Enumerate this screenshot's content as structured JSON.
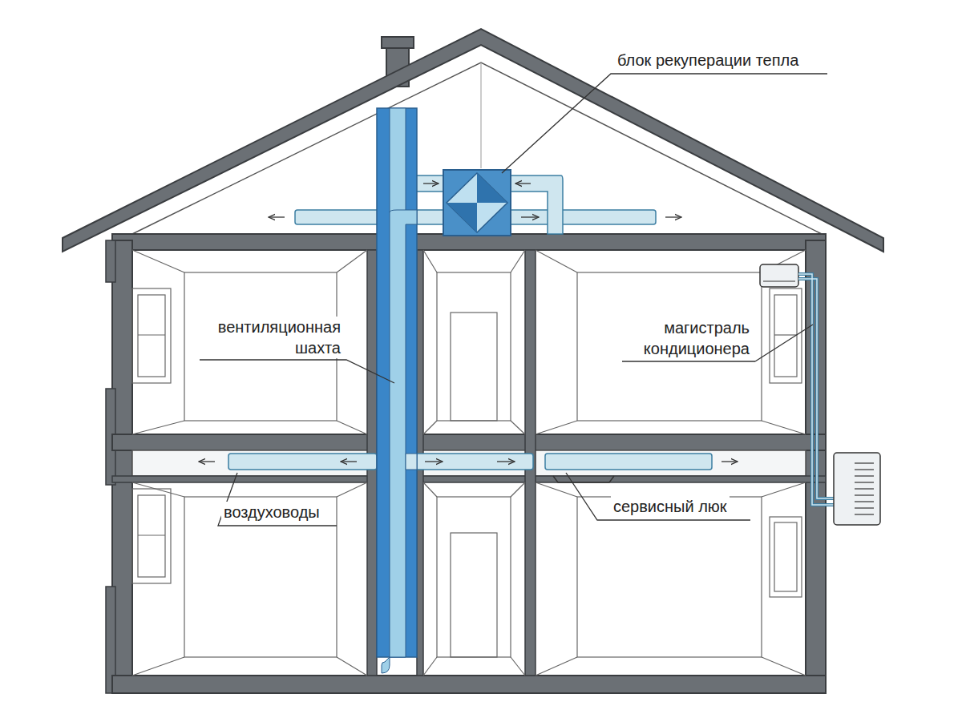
{
  "diagram": {
    "labels": [
      "блок рекуперации тепла",
      "вентиляционная шахта",
      "магистраль кондиционера",
      "воздуховоды",
      "сервисный люк"
    ]
  }
}
